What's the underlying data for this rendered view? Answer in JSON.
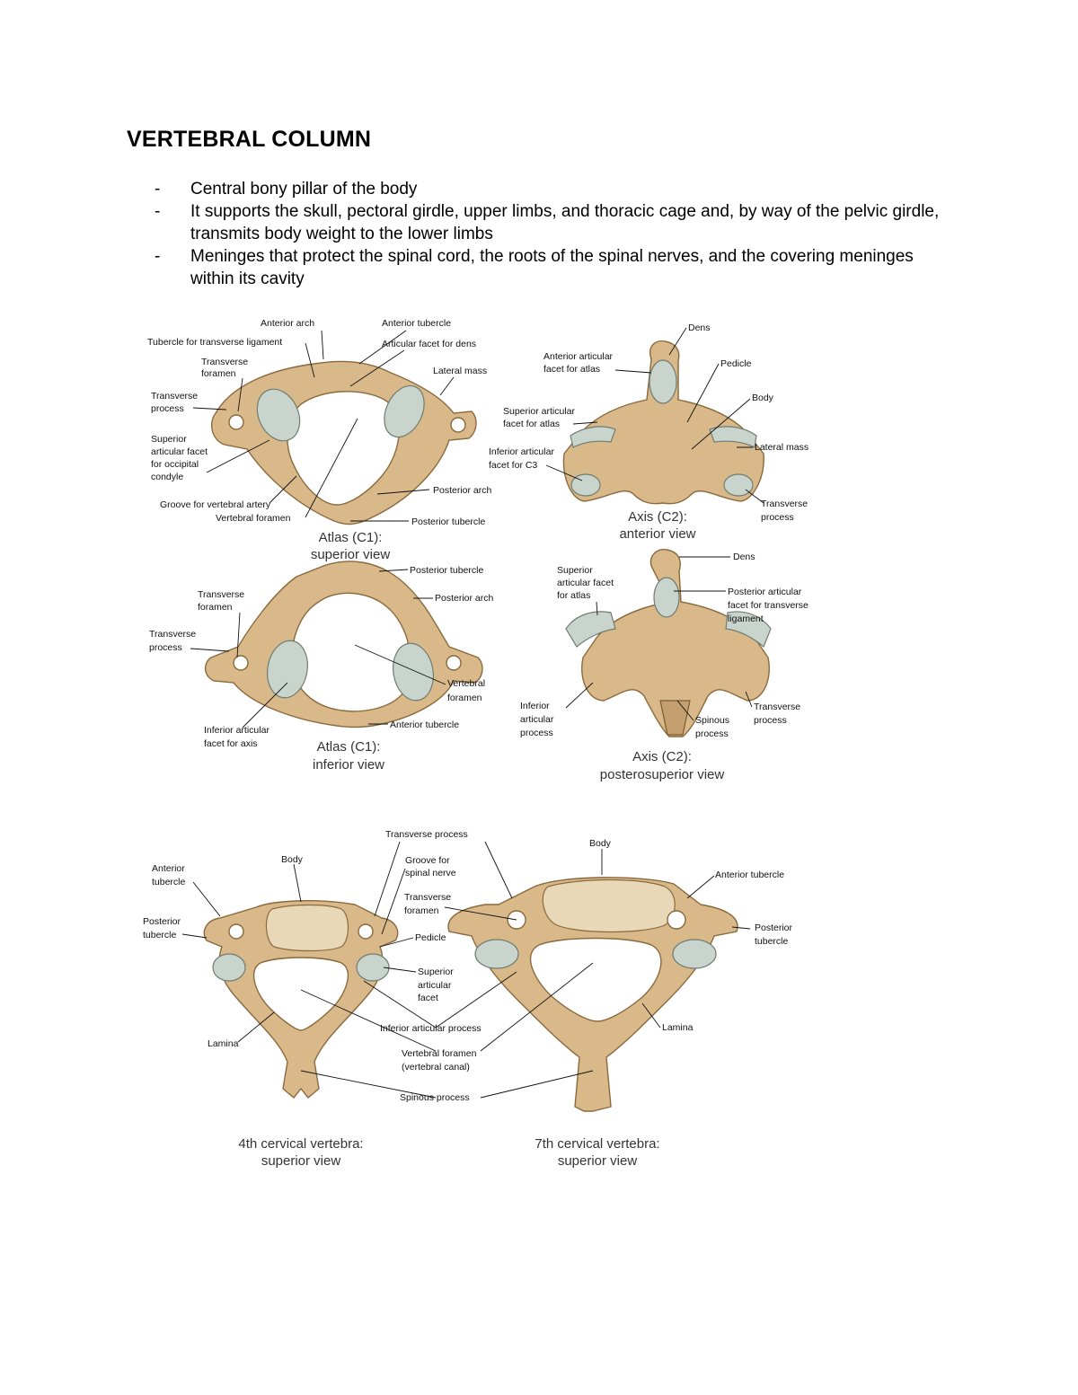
{
  "document": {
    "title": "VERTEBRAL COLUMN",
    "bullet_marker": "-",
    "bullets": [
      "Central bony pillar of the body",
      "It supports the skull, pectoral girdle, upper limbs, and thoracic cage and, by way of the pelvic girdle, transmits body weight to the lower limbs",
      "Meninges that protect the spinal cord, the roots of the spinal nerves, and the covering meninges within its cavity"
    ]
  },
  "figure_top": {
    "atlas_superior": {
      "caption_line1": "Atlas (C1):",
      "caption_line2": "superior view",
      "labels": {
        "anterior_arch": "Anterior arch",
        "anterior_tubercle": "Anterior tubercle",
        "tubercle_transverse_ligament": "Tubercle for transverse ligament",
        "articular_facet_dens": "Articular facet for dens",
        "transverse_foramen_1": "Transverse",
        "transverse_foramen_2": "foramen",
        "lateral_mass": "Lateral mass",
        "transverse_process_1": "Transverse",
        "transverse_process_2": "process",
        "superior_facet_1": "Superior",
        "superior_facet_2": "articular facet",
        "superior_facet_3": "for occipital",
        "superior_facet_4": "condyle",
        "groove_vertebral_artery": "Groove for vertebral artery",
        "vertebral_foramen": "Vertebral foramen",
        "posterior_arch": "Posterior arch",
        "posterior_tubercle": "Posterior tubercle"
      }
    },
    "axis_anterior": {
      "caption_line1": "Axis (C2):",
      "caption_line2": "anterior view",
      "labels": {
        "dens": "Dens",
        "anterior_facet_1": "Anterior articular",
        "anterior_facet_2": "facet for atlas",
        "pedicle": "Pedicle",
        "body": "Body",
        "superior_facet_1": "Superior articular",
        "superior_facet_2": "facet for atlas",
        "lateral_mass": "Lateral mass",
        "inferior_facet_1": "Inferior articular",
        "inferior_facet_2": "facet for C3",
        "transverse_process_1": "Transverse",
        "transverse_process_2": "process"
      }
    },
    "atlas_inferior": {
      "caption_line1": "Atlas (C1):",
      "caption_line2": "inferior view",
      "labels": {
        "posterior_tubercle": "Posterior tubercle",
        "posterior_arch": "Posterior arch",
        "transverse_foramen_1": "Transverse",
        "transverse_foramen_2": "foramen",
        "transverse_process_1": "Transverse",
        "transverse_process_2": "process",
        "vertebral_foramen_1": "Vertebral",
        "vertebral_foramen_2": "foramen",
        "anterior_tubercle": "Anterior tubercle",
        "inferior_facet_1": "Inferior articular",
        "inferior_facet_2": "facet for axis"
      }
    },
    "axis_posterosuperior": {
      "caption_line1": "Axis (C2):",
      "caption_line2": "posterosuperior view",
      "labels": {
        "superior_facet_1": "Superior",
        "superior_facet_2": "articular facet",
        "superior_facet_3": "for atlas",
        "dens": "Dens",
        "posterior_facet_1": "Posterior articular",
        "posterior_facet_2": "facet for transverse",
        "posterior_facet_3": "ligament",
        "inferior_process_1": "Inferior",
        "inferior_process_2": "articular",
        "inferior_process_3": "process",
        "transverse_process_1": "Transverse",
        "transverse_process_2": "process",
        "spinous_process_1": "Spinous",
        "spinous_process_2": "process"
      }
    }
  },
  "figure_bottom": {
    "c4": {
      "caption_line1": "4th cervical vertebra:",
      "caption_line2": "superior view"
    },
    "c7": {
      "caption_line1": "7th cervical vertebra:",
      "caption_line2": "superior view"
    },
    "labels": {
      "anterior_tubercle_left_1": "Anterior",
      "anterior_tubercle_left_2": "tubercle",
      "body_left": "Body",
      "transverse_process": "Transverse process",
      "body_right": "Body",
      "groove_spinal_nerve_1": "Groove for",
      "groove_spinal_nerve_2": "spinal nerve",
      "anterior_tubercle_right": "Anterior tubercle",
      "posterior_tubercle_left_1": "Posterior",
      "posterior_tubercle_left_2": "tubercle",
      "transverse_foramen_1": "Transverse",
      "transverse_foramen_2": "foramen",
      "posterior_tubercle_right_1": "Posterior",
      "posterior_tubercle_right_2": "tubercle",
      "pedicle": "Pedicle",
      "superior_facet_1": "Superior",
      "superior_facet_2": "articular",
      "superior_facet_3": "facet",
      "lamina_left": "Lamina",
      "inferior_articular_process": "Inferior articular process",
      "lamina_right": "Lamina",
      "vertebral_foramen_1": "Vertebral foramen",
      "vertebral_foramen_2": "(vertebral canal)",
      "spinous_process": "Spinous process"
    }
  }
}
